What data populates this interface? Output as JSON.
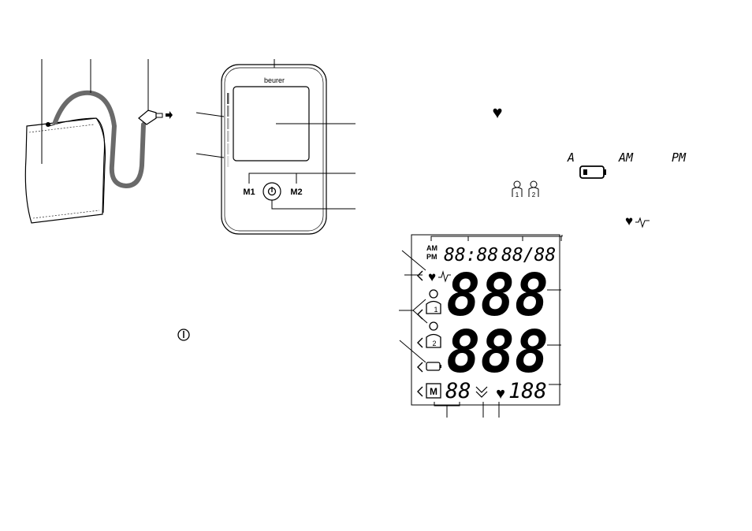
{
  "device": {
    "brand": "beurer",
    "memory_button_1": "M1",
    "memory_button_2": "M2",
    "power_symbol": "⏻"
  },
  "symbols": {
    "heart": "♥",
    "lcd_digits_A": "A",
    "lcd_digits_AM": "AM",
    "lcd_digits_PM": "PM",
    "user_1": "1",
    "user_2": "2"
  },
  "display": {
    "am": "AM",
    "pm": "PM",
    "time": "88:88",
    "date": "88/88",
    "systolic": "888",
    "diastolic": "888",
    "memory_badge": "M",
    "memory_no": "88",
    "pulse": "188",
    "user_1": "1",
    "user_2": "2"
  },
  "power_symbol": "⏻",
  "colors": {
    "line": "#000000",
    "fill_gray": "#6a6a6a",
    "light_gray": "#cfcfcf"
  }
}
